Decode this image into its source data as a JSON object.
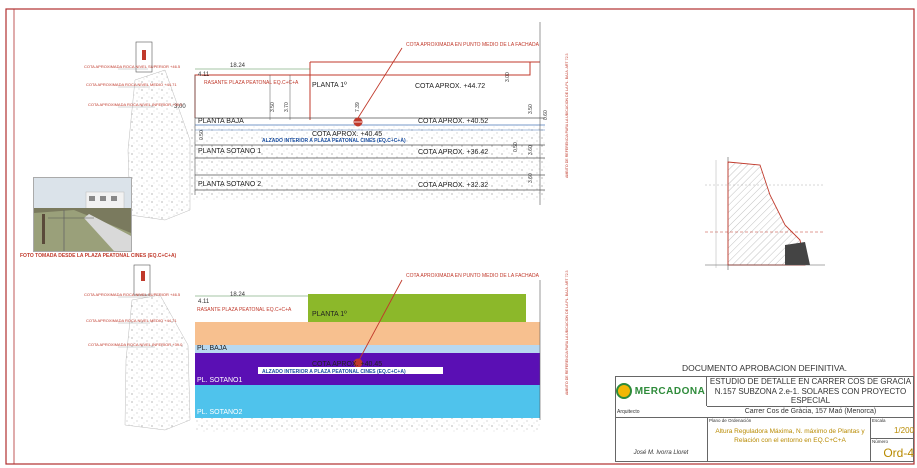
{
  "top_section": {
    "note_label": "COTA APROXIMADA EN PUNTO MEDIO DE LA FACHADA",
    "dim_width": "18.24",
    "dim_411": "4.11",
    "dim_300": "3.00",
    "rasante": "RASANTE PLAZA PEATONAL EQ.C+C+A",
    "planta1": "PLANTA 1º",
    "cota_4472": "COTA APROX. +44.72",
    "planta_baja": "PLANTA BAJA",
    "cota_4052": "COTA APROX. +40.52",
    "cota_4045": "COTA APROX. +40.45",
    "alzado": "ALZADO INTERIOR A PLAZA PEATONAL CINES (EQ.C+C+A)",
    "sotano1": "PLANTA SOTANO 1",
    "cota_3642": "COTA APROX. +36.42",
    "sotano2": "PLANTA SOTANO 2",
    "cota_3232": "COTA APROX. +32.32",
    "dims": [
      "0.50",
      "7.39",
      "3.50",
      "3.70",
      "3.00",
      "3.50",
      "0.50",
      "3.60",
      "3.60",
      "0.60"
    ],
    "side_text": "AMBITO DE REFERENCIA PARA LA UBICACION DE LA PL. BAJA. ART 72.3"
  },
  "bottom_section": {
    "note_label": "COTA APROXIMADA EN PUNTO MEDIO DE LA FACHADA",
    "dim_width": "18.24",
    "dim_411": "4.11",
    "rasante": "RASANTE PLAZA PEATONAL EQ.C+C+A",
    "planta1": "PLANTA 1º",
    "pl_baja": "PL. BAJA",
    "cota": "COTA APROX. +40.45",
    "alzado": "ALZADO INTERIOR A PLAZA PEATONAL CINES (EQ.C+C+A)",
    "sotano1": "PL. SOTANO1",
    "sotano2": "PL. SOTANO2",
    "side_text": "AMBITO DE REFERENCIA PARA LA UBICACION DE LA PL. BAJA. ART 72.3",
    "colors": {
      "planta1": "#8cb82a",
      "baja": "#f7c08f",
      "sotano1": "#5a0fb4",
      "sotano2": "#4fc3ec"
    }
  },
  "photo_caption": "FOTO TOMADA DESDE LA PLAZA PEATONAL CINES (EQ.C+C+A)",
  "left_notes": [
    "COTA APROXIMADA ROCA NIVEL SUPERIOR +46.5",
    "COTA APROXIMADA ROCA NIVEL MEDIO +44.71",
    "COTA APROXIMADA ROCA NIVEL INFERIOR +39.0"
  ],
  "title_block": {
    "approval": "DOCUMENTO APROBACION DEFINITIVA.",
    "brand": "MERCADONA",
    "project": "ESTUDIO DE DETALLE EN CARRER COS DE GRACIA N.157 SUBZONA 2.e-1. SOLARES CON PROYECTO ESPECIAL",
    "address": "Carrer Cos de Gràcia, 157 Maó (Menorca)",
    "architect_label": "Arquitecto",
    "architect": "José M. Ivorra Lloret",
    "plan_label": "Plano de Ordenación",
    "plan_desc": "Altura Reguladora Máxima, N. máximo de Plantas y Relación con el entorno en EQ.C+C+A",
    "scale_label": "Escala",
    "scale": "1/200",
    "number_label": "Número",
    "number": "Ord-4"
  }
}
